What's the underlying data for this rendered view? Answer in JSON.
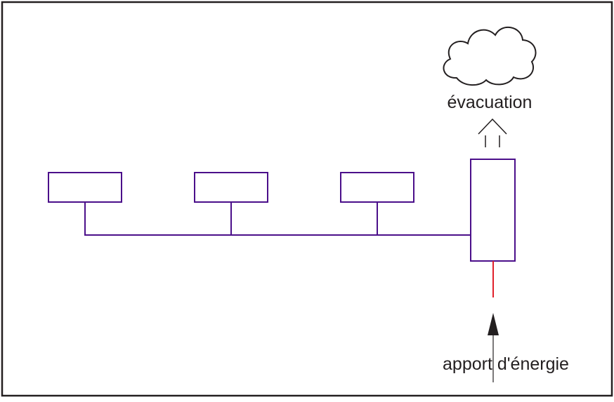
{
  "labels": {
    "exhaust": "évacuation",
    "energy_input": "apport d'énergie"
  },
  "colors": {
    "frame": "#231f20",
    "circuit": "#4b0f8a",
    "energy_line": "#e0202a",
    "cloud": "#231f20",
    "text": "#231f20"
  },
  "components": {
    "emitters": 3,
    "generator": 1
  }
}
